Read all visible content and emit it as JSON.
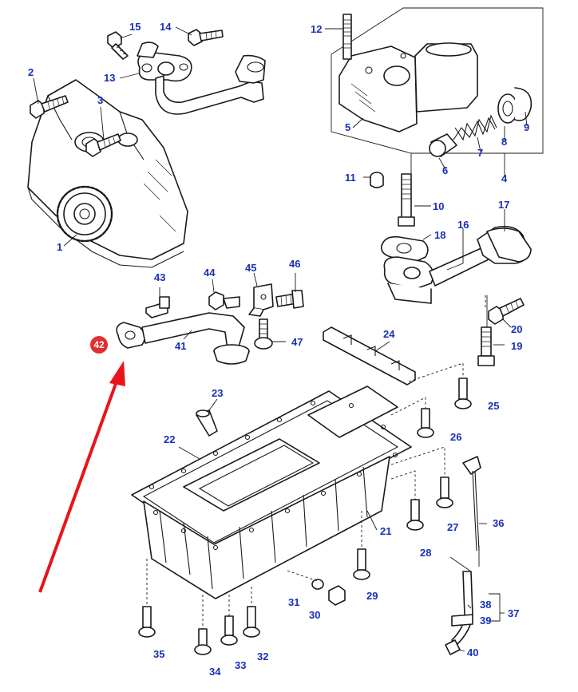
{
  "diagram": {
    "label_color": "#1a2fb8",
    "line_color": "#1a1a1a",
    "highlight_color": "#e03030",
    "arrow_color": "#e8141c",
    "highlighted_part": "42",
    "labels": {
      "l1": "1",
      "l2": "2",
      "l3": "3",
      "l4": "4",
      "l5": "5",
      "l6": "6",
      "l7": "7",
      "l8": "8",
      "l9": "9",
      "l10": "10",
      "l11": "11",
      "l12": "12",
      "l13": "13",
      "l14": "14",
      "l15": "15",
      "l16": "16",
      "l17": "17",
      "l18": "18",
      "l19": "19",
      "l20": "20",
      "l21": "21",
      "l22": "22",
      "l23": "23",
      "l24": "24",
      "l25": "25",
      "l26": "26",
      "l27": "27",
      "l28": "28",
      "l29": "29",
      "l30": "30",
      "l31": "31",
      "l32": "32",
      "l33": "33",
      "l34": "34",
      "l35": "35",
      "l36": "36",
      "l37": "37",
      "l38": "38",
      "l39": "39",
      "l40": "40",
      "l41": "41",
      "l43": "43",
      "l44": "44",
      "l45": "45",
      "l46": "46",
      "l47": "47"
    }
  }
}
